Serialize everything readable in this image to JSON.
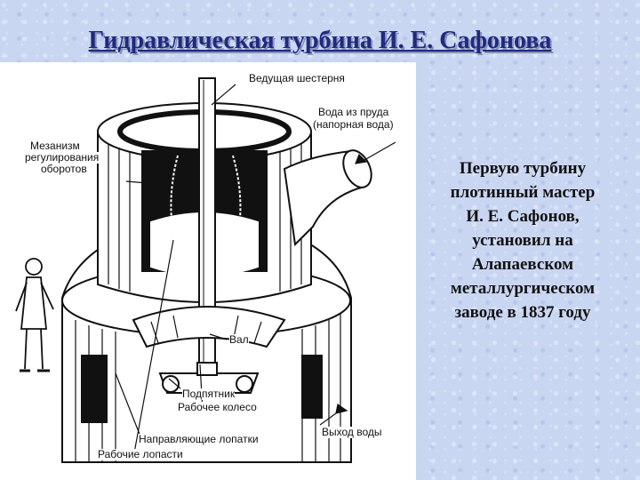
{
  "title": "Гидравлическая турбина И. Е. Сафонова",
  "diagram": {
    "labels": {
      "driving_gear": "Ведущая шестерня",
      "pond_water_1": "Вода из пруда",
      "pond_water_2": "(напорная вода)",
      "mechanism_1": "Мезанизм",
      "mechanism_2": "регулирования",
      "mechanism_3": "оборотов",
      "shaft": "Вал",
      "thrust_bearing": "Подпятник",
      "impeller": "Рабочее колесо",
      "guide_vanes": "Направляющие лопатки",
      "working_blades": "Рабочие лопасти",
      "water_outlet": "Выход воды"
    }
  },
  "description": {
    "lines": [
      "Первую турбину",
      "плотинный мастер",
      "И. Е. Сафонов,",
      "установил на",
      "Алапаевском",
      "металлургическом",
      "заводе в 1837 году"
    ]
  }
}
